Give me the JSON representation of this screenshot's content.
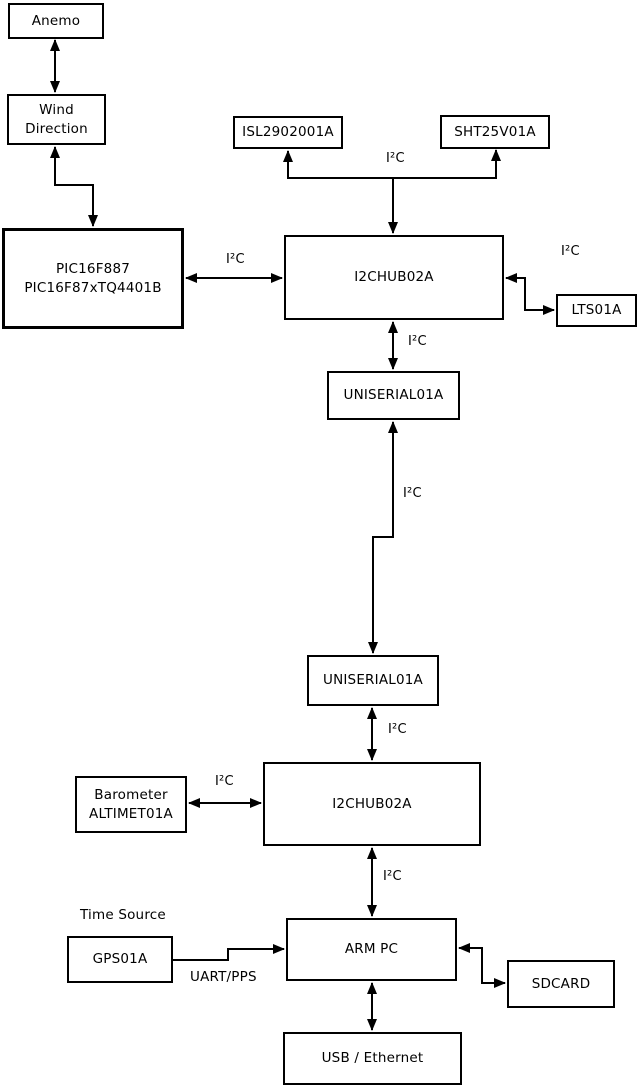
{
  "diagram": {
    "bus_label": "I²C",
    "annotations": {
      "time_source": "Time Source",
      "uart_pps": "UART/PPS"
    },
    "nodes": {
      "anemo": {
        "lines": [
          "Anemo"
        ]
      },
      "wind_direction": {
        "lines": [
          "Wind",
          "Direction"
        ]
      },
      "pic": {
        "lines": [
          "PIC16F887",
          "PIC16F87xTQ4401B"
        ]
      },
      "isl": {
        "lines": [
          "ISL2902001A"
        ]
      },
      "sht": {
        "lines": [
          "SHT25V01A"
        ]
      },
      "i2c_hub_top": {
        "lines": [
          "I2CHUB02A"
        ]
      },
      "lts": {
        "lines": [
          "LTS01A"
        ]
      },
      "uniserial_top": {
        "lines": [
          "UNISERIAL01A"
        ]
      },
      "uniserial_bottom": {
        "lines": [
          "UNISERIAL01A"
        ]
      },
      "i2c_hub_bottom": {
        "lines": [
          "I2CHUB02A"
        ]
      },
      "barometer": {
        "lines": [
          "Barometer",
          "ALTIMET01A"
        ]
      },
      "gps": {
        "lines": [
          "GPS01A"
        ]
      },
      "arm_pc": {
        "lines": [
          "ARM PC"
        ]
      },
      "sdcard": {
        "lines": [
          "SDCARD"
        ]
      },
      "usb_ethernet": {
        "lines": [
          "USB / Ethernet"
        ]
      }
    },
    "colors": {
      "line": "#000000",
      "text": "#000000",
      "box_background": "#ffffff",
      "page_background": "#ffffff"
    }
  }
}
